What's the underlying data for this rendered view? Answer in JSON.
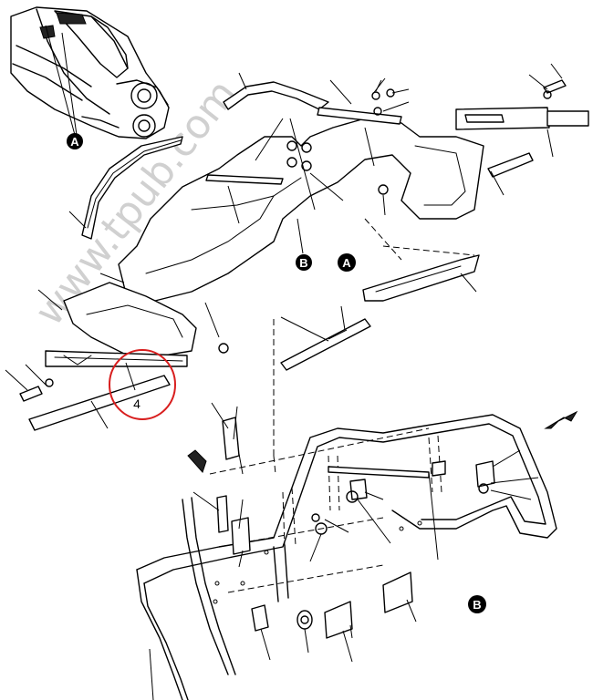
{
  "watermark": "www.tpub.com",
  "item_number": "4",
  "view_labels": {
    "a_main": "A",
    "a_aircraft": "A",
    "b_pointer": "B",
    "b_detail": "B"
  },
  "colors": {
    "highlight_circle": "#d81e1e",
    "line": "#000000",
    "label_bg": "#000000"
  }
}
